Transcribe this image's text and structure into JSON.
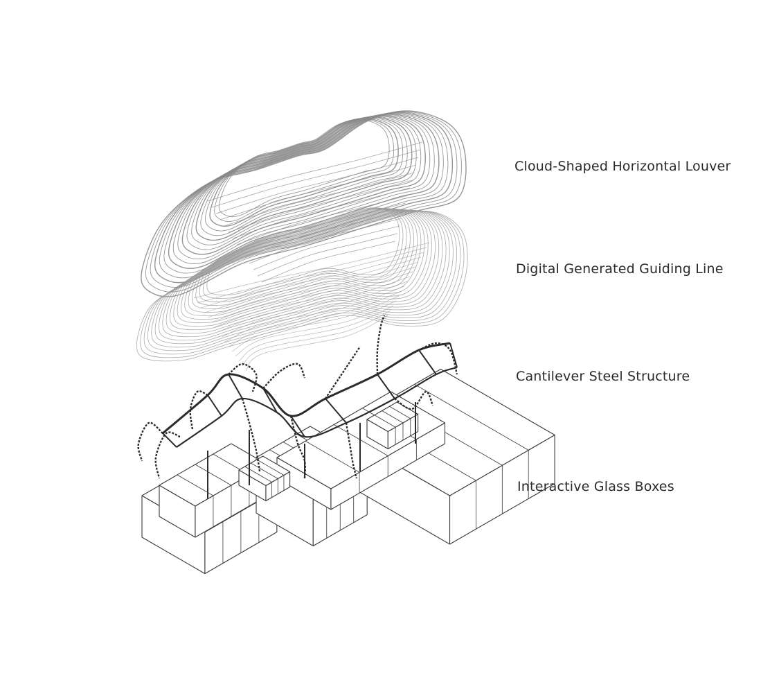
{
  "layers": [
    {
      "id": "louver",
      "label": "Cloud-Shaped Horizontal Louver"
    },
    {
      "id": "guide",
      "label": "Digital Generated Guiding Line"
    },
    {
      "id": "steel",
      "label": "Cantilever Steel Structure"
    },
    {
      "id": "glass",
      "label": "Interactive Glass Boxes"
    }
  ],
  "colors": {
    "louver_stroke": "#8a8a8a",
    "guide_stroke": "#9a9a9a",
    "steel_stroke": "#2b2b2b",
    "glass_stroke": "#3a3a3a",
    "label_text": "#2a2a2a"
  }
}
